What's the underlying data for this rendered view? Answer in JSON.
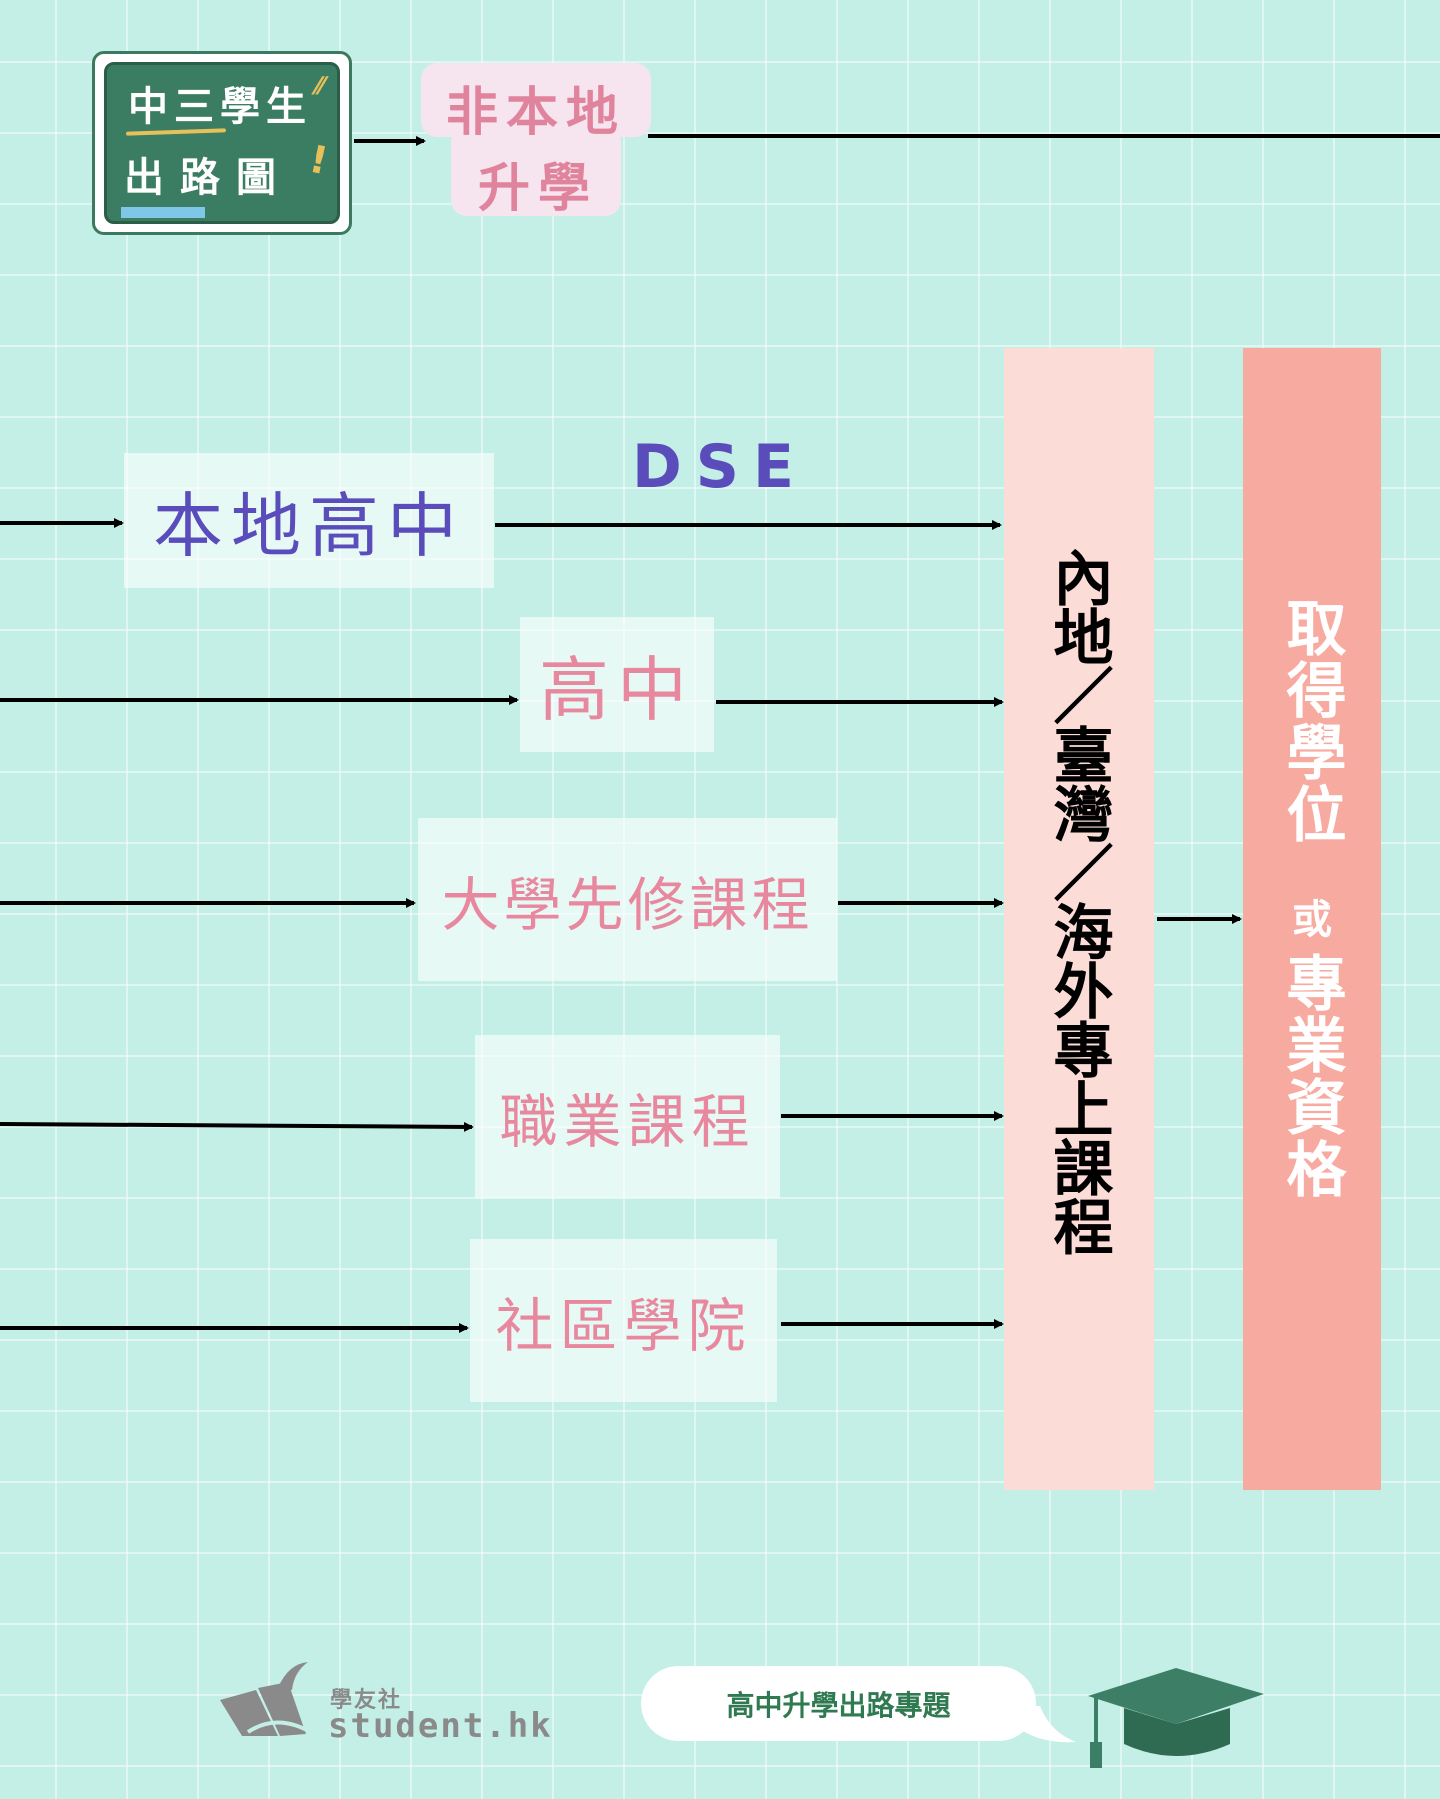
{
  "title": {
    "line1": "中三學生",
    "line2": "出路圖"
  },
  "non_local": {
    "line1": "非本地",
    "line2": "升學"
  },
  "dse_label": "DSE",
  "pathways": [
    {
      "label": "本地高中"
    },
    {
      "label": "高中"
    },
    {
      "label": "大學先修課程"
    },
    {
      "label": "職業課程"
    },
    {
      "label": "社區學院"
    }
  ],
  "destination": "內地／臺灣／海外專上課程",
  "outcome": {
    "part1": "取得學位",
    "connector": "或",
    "part2": "專業資格"
  },
  "footer": {
    "logo_cn": "學友社",
    "logo_en": "student.hk",
    "topic": "高中升學出路專題"
  },
  "colors": {
    "background": "#c4efe7",
    "board": "#3a7d62",
    "accent_purple": "#5a4dbb",
    "accent_pink": "#e8889f",
    "column_light": "#fcdcd6",
    "column_salmon": "#f7aa9f"
  },
  "icons": [
    "arrow-icon",
    "graduation-cap-icon",
    "student-hk-logo"
  ]
}
